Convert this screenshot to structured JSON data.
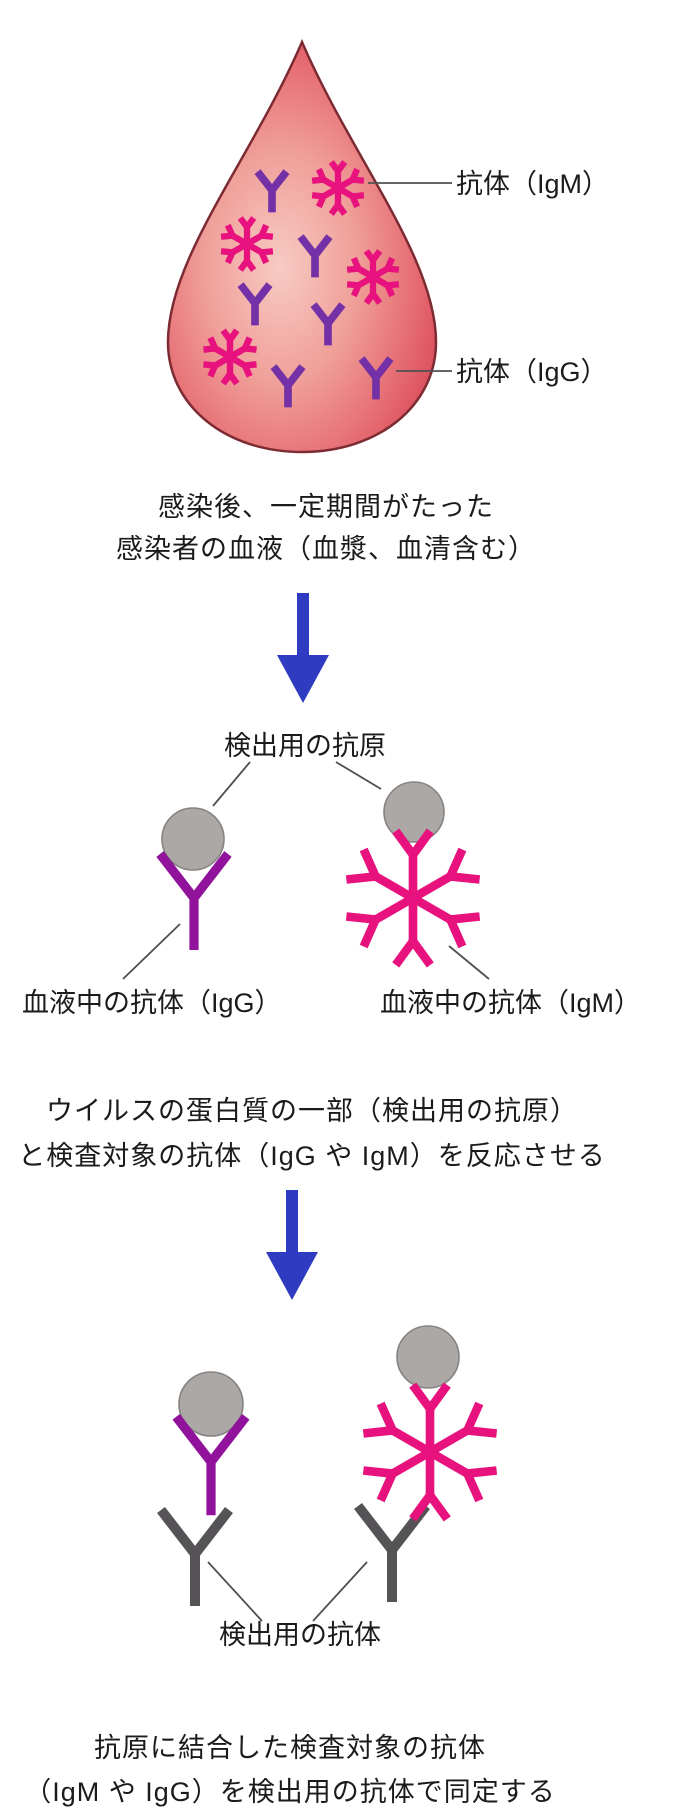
{
  "diagram_title": "antibody-test-principle-diagram",
  "colors": {
    "drop_center": "#F7CBC3",
    "drop_mid": "#F0A09A",
    "drop_mid2": "#E66E74",
    "drop_edge": "#DC515F",
    "drop_outline": "#7D2B33",
    "igg_purple": "#91129B",
    "drop_igg_purple": "#7430A6",
    "igm_pink": "#E8127E",
    "antigen_gray": "#ACA8A6",
    "antigen_border": "#868382",
    "detection_gray": "#555356",
    "arrow_blue": "#2F3CC1",
    "leader_line": "#4F4F4F",
    "text": "#1B1B1B"
  },
  "top": {
    "igm_label": "抗体（IgM）",
    "igg_label": "抗体（IgG）",
    "caption1": "感染後、一定期間がたった",
    "caption2": "感染者の血液（血漿、血清含む）"
  },
  "middle": {
    "antigen_label": "検出用の抗原",
    "igg_label": "血液中の抗体（IgG）",
    "igm_label": "血液中の抗体（IgM）",
    "caption1": "ウイルスの蛋白質の一部（検出用の抗原）",
    "caption2": "と検査対象の抗体（IgG や IgM）を反応させる"
  },
  "bottom": {
    "detection_label": "検出用の抗体",
    "caption1": "抗原に結合した検査対象の抗体",
    "caption2": "（IgM や IgG）を検出用の抗体で同定する"
  }
}
